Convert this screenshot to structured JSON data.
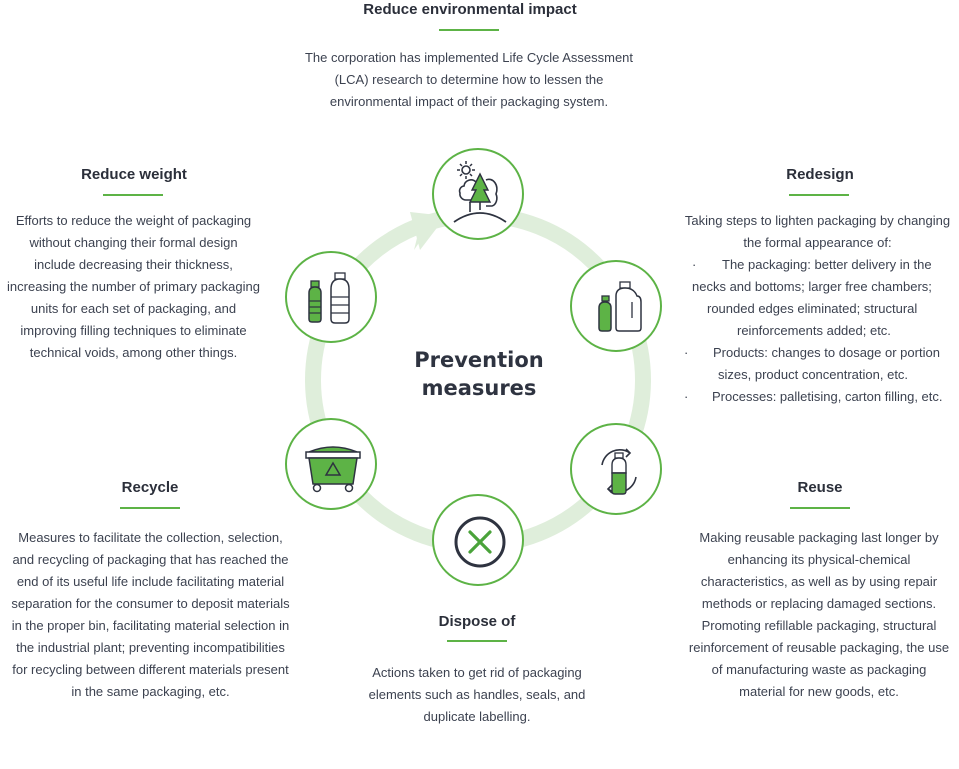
{
  "center": {
    "title_line1": "Prevention",
    "title_line2": "measures"
  },
  "top": {
    "heading": "Reduce environmental impact",
    "lines": [
      "The corporation has implemented Life Cycle Assessment",
      "(LCA) research to determine how to lessen the",
      "environmental impact of their packaging system."
    ]
  },
  "reduce_weight": {
    "heading": "Reduce weight",
    "lines": [
      "Efforts to reduce the weight of packaging",
      "without changing their formal design",
      "include decreasing their thickness,",
      "increasing the number of primary packaging",
      "units for each set of packaging, and",
      "improving filling techniques to eliminate",
      "technical voids, among other things."
    ]
  },
  "redesign": {
    "heading": "Redesign",
    "intro_lines": [
      "Taking steps to lighten packaging by changing",
      "the formal appearance of:"
    ],
    "bullet": "·",
    "lines": [
      "The packaging: better delivery in the",
      "necks and bottoms; larger free chambers;",
      "rounded edges eliminated; structural",
      "reinforcements added; etc.",
      "Products: changes to dosage or portion",
      "sizes, product concentration, etc.",
      "Processes: palletising, carton filling, etc."
    ]
  },
  "recycle": {
    "heading": "Recycle",
    "lines": [
      "Measures to facilitate the collection, selection,",
      "and recycling of packaging that has reached the",
      "end of its useful life include facilitating material",
      "separation for the consumer to deposit materials",
      "in the proper bin, facilitating material selection in",
      "the industrial plant; preventing incompatibilities",
      "for recycling between different materials present",
      "in the same packaging, etc."
    ]
  },
  "reuse": {
    "heading": "Reuse",
    "lines": [
      "Making reusable packaging last longer by",
      "enhancing its physical-chemical",
      "characteristics, as well as by using repair",
      "methods or replacing damaged sections.",
      "Promoting refillable packaging, structural",
      "reinforcement of reusable packaging, the use",
      "of manufacturing waste as packaging",
      "material for new goods, etc."
    ]
  },
  "dispose": {
    "heading": "Dispose of",
    "lines": [
      "Actions taken to get rid of packaging",
      "elements such as handles, seals, and",
      "duplicate labelling."
    ]
  },
  "colors": {
    "accent": "#5db346",
    "ring": "#dfeedb",
    "dark": "#2e3340",
    "x_mark": "#4aa33a"
  },
  "icons": {
    "top": "forest-sun-icon",
    "reduce_weight": "bottles-icon",
    "redesign": "bottle-jug-icon",
    "reuse": "refill-bottle-icon",
    "dispose": "cancel-x-icon",
    "recycle": "recycle-bin-icon"
  }
}
